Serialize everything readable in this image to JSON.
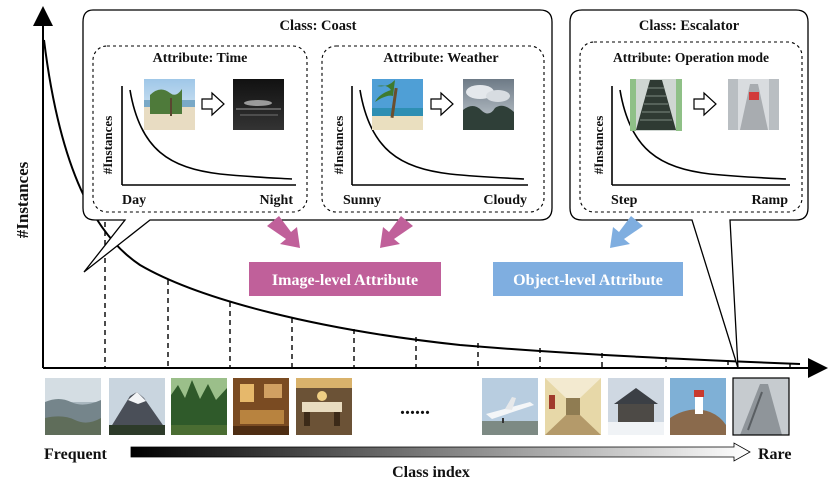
{
  "y_axis_label": "#Instances",
  "x_axis": {
    "start_label": "Frequent",
    "end_label": "Rare",
    "title": "Class index",
    "ellipsis": "......"
  },
  "coast_panel": {
    "title": "Class: Coast",
    "attributes": [
      {
        "title": "Attribute: Time",
        "y_label": "#Instances",
        "left_value": "Day",
        "right_value": "Night"
      },
      {
        "title": "Attribute: Weather",
        "y_label": "#Instances",
        "left_value": "Sunny",
        "right_value": "Cloudy"
      }
    ]
  },
  "escalator_panel": {
    "title": "Class: Escalator",
    "attributes": [
      {
        "title": "Attribute: Operation mode",
        "y_label": "#Instances",
        "left_value": "Step",
        "right_value": "Ramp"
      }
    ]
  },
  "badges": {
    "image_level": {
      "label": "Image-level Attribute",
      "color": "#c0609a"
    },
    "object_level": {
      "label": "Object-level Attribute",
      "color": "#7faee0"
    }
  },
  "thumbnails_left": [
    "coast-photo",
    "mountain-photo",
    "forest-photo",
    "hotel-room-photo",
    "restaurant-photo"
  ],
  "thumbnails_right": [
    "airplane-photo",
    "corridor-photo",
    "cabin-photo",
    "lighthouse-photo",
    "escalator-photo"
  ]
}
